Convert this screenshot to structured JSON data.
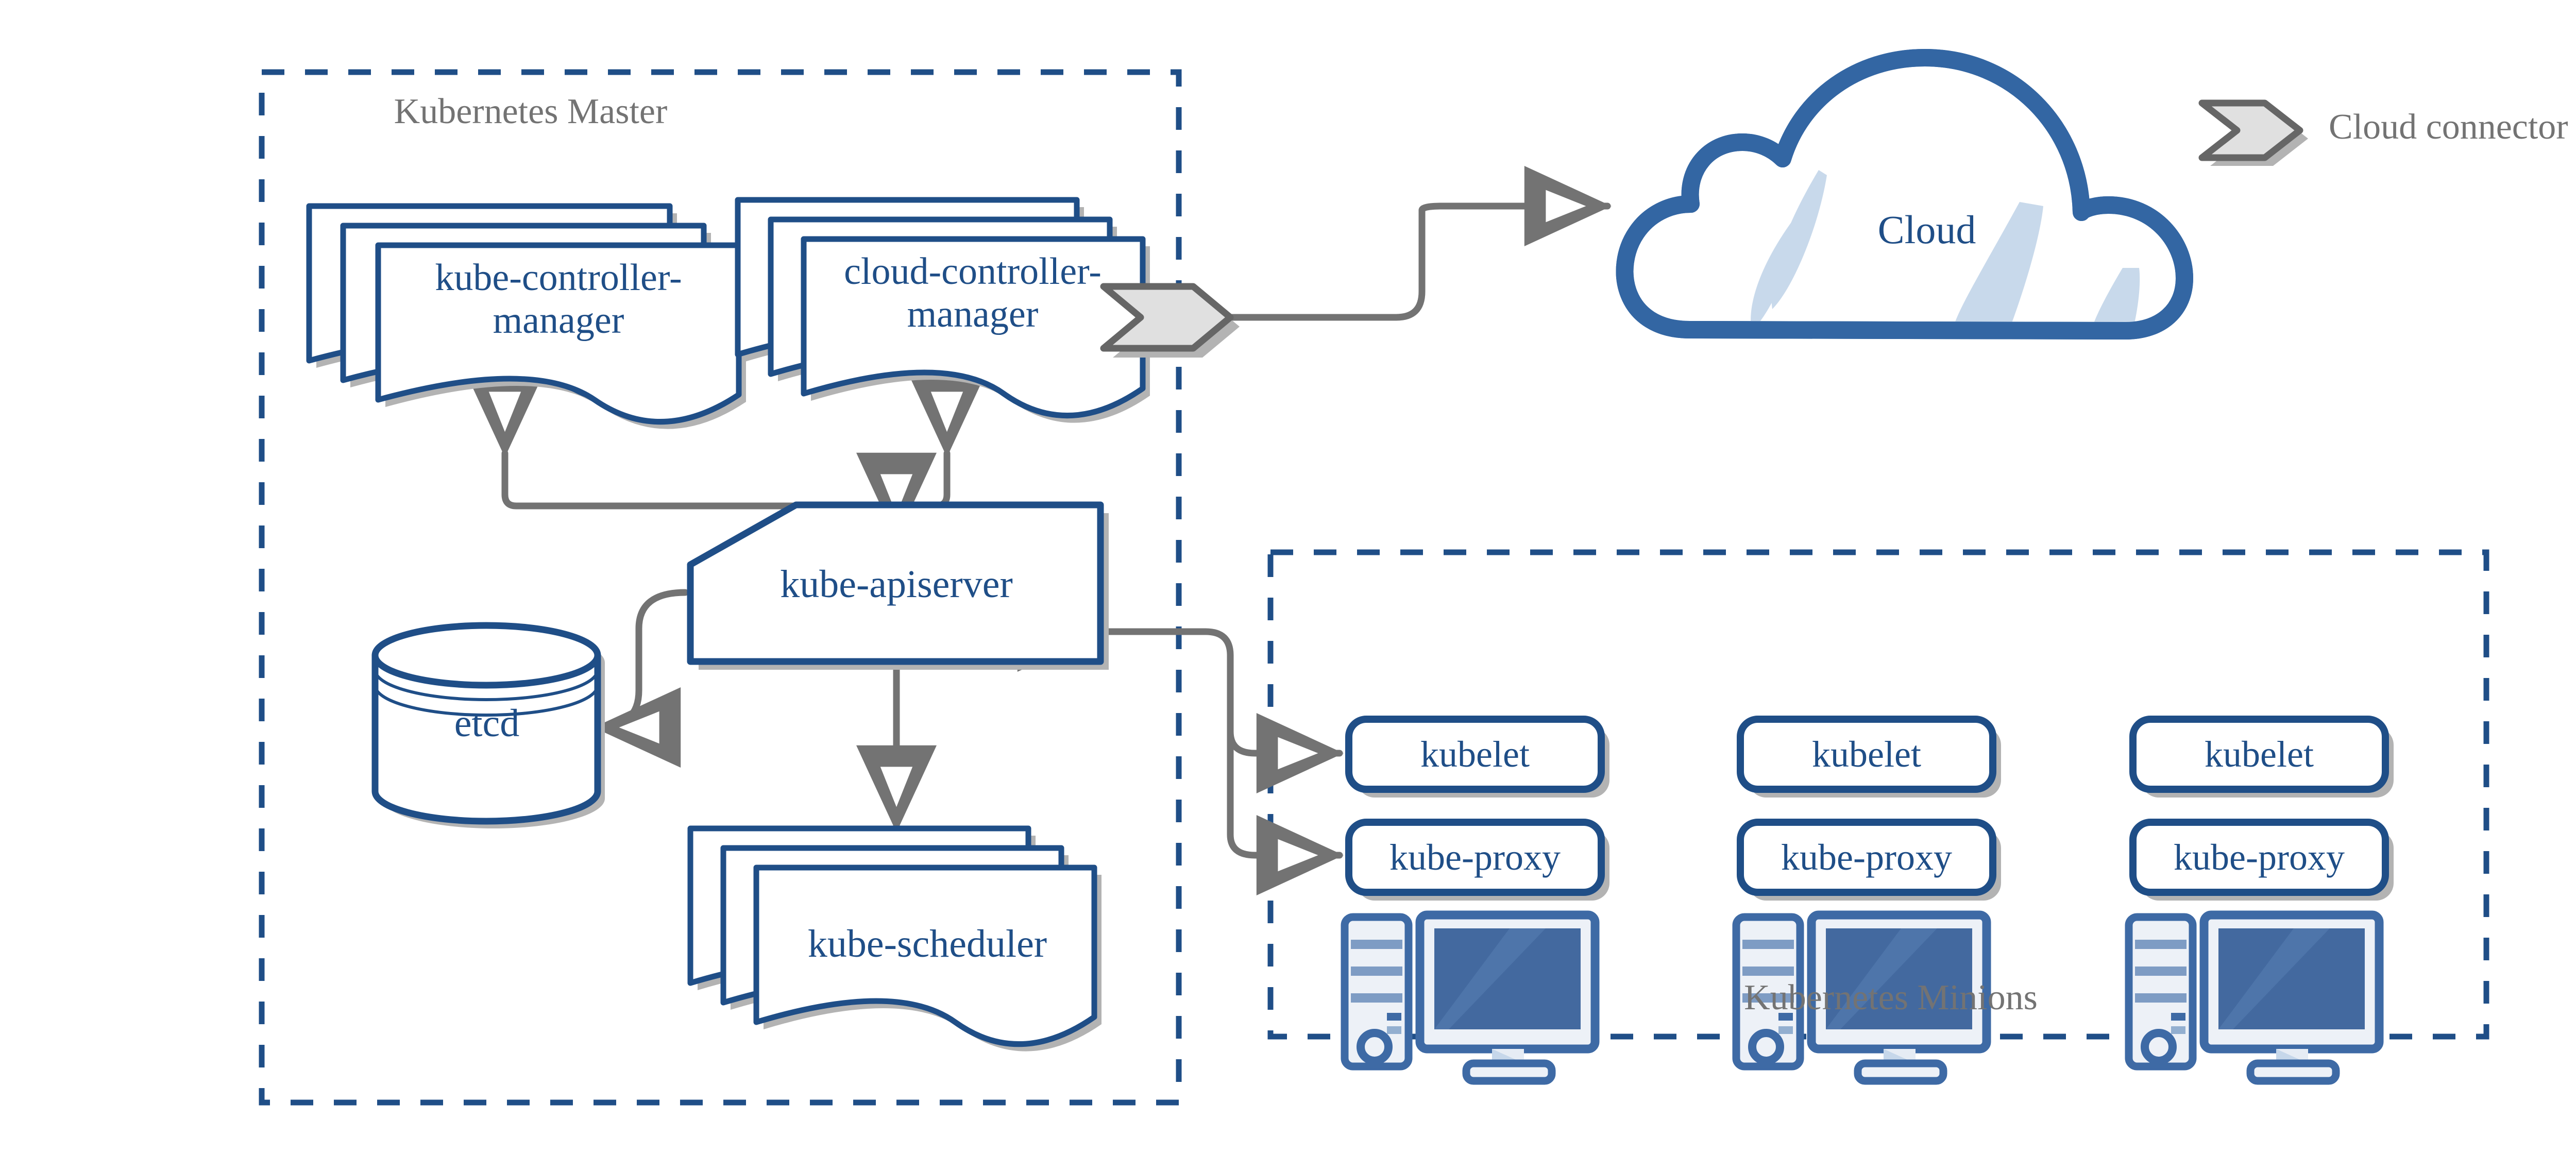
{
  "diagram": {
    "title_master": "Kubernetes\nMaster",
    "title_minions": "Kubernetes\nMinions",
    "legend": {
      "label": "Cloud connector",
      "icon": "cloud-connector-chevron-icon"
    },
    "colors": {
      "blue_stroke": "#1F4E87",
      "blue_fill_screen": "#43699F",
      "blue_screen_dark": "#3B6296",
      "light_blue_tint": "#C6D7EA",
      "icon_light": "#EDF1F7",
      "gray_arrow": "#737373",
      "gray_text": "#737373",
      "shadow": "#B3B3B3",
      "connector_fill": "#E0E0E0",
      "connector_stroke": "#666666",
      "dashed_border": "#1F4E87",
      "background": "#FFFFFF"
    },
    "master": {
      "label": "Kubernetes Master",
      "components": [
        {
          "id": "kube-controller-manager",
          "label": "kube-controller-\nmanager",
          "shape": "stacked-document"
        },
        {
          "id": "cloud-controller-manager",
          "label": "cloud-controller-\nmanager",
          "shape": "stacked-document"
        },
        {
          "id": "kube-apiserver",
          "label": "kube-apiserver",
          "shape": "cut-corner-card"
        },
        {
          "id": "etcd",
          "label": "etcd",
          "shape": "cylinder"
        },
        {
          "id": "kube-scheduler",
          "label": "kube-scheduler",
          "shape": "stacked-document"
        }
      ]
    },
    "cloud": {
      "label": "Cloud",
      "shape": "cloud"
    },
    "minions": {
      "label": "Kubernetes Minions",
      "nodes": [
        {
          "kubelet": "kubelet",
          "kube_proxy": "kube-proxy",
          "machine": "desktop-computer-icon"
        },
        {
          "kubelet": "kubelet",
          "kube_proxy": "kube-proxy",
          "machine": "desktop-computer-icon"
        },
        {
          "kubelet": "kubelet",
          "kube_proxy": "kube-proxy",
          "machine": "desktop-computer-icon"
        }
      ]
    },
    "connections": [
      {
        "from": "kube-controller-manager",
        "to": "kube-apiserver",
        "type": "arrow"
      },
      {
        "from": "cloud-controller-manager",
        "to": "kube-apiserver",
        "type": "arrow"
      },
      {
        "from": "cloud-controller-manager",
        "to": "cloud",
        "type": "arrow",
        "via": "cloud-connector"
      },
      {
        "from": "kube-apiserver",
        "to": "etcd",
        "type": "bidirectional"
      },
      {
        "from": "kube-apiserver",
        "to": "kube-scheduler",
        "type": "bidirectional"
      },
      {
        "from": "kube-apiserver",
        "to": "kubelet",
        "type": "bidirectional"
      },
      {
        "from": "kube-apiserver",
        "to": "kube-proxy",
        "type": "bidirectional"
      }
    ]
  }
}
